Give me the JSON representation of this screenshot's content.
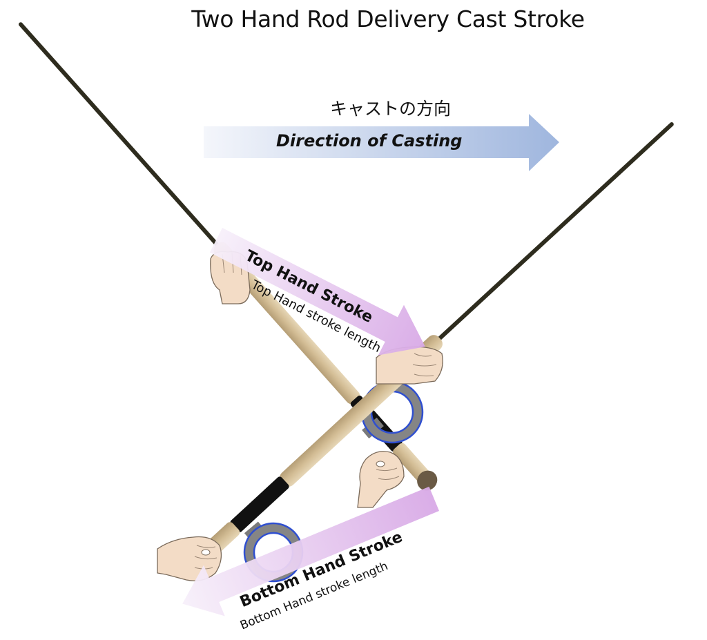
{
  "title": "Two Hand Rod Delivery Cast Stroke",
  "direction": {
    "japanese_label": "キャストの方向",
    "english_label": "Direction of Casting",
    "gradient_start": "#f4f6fb",
    "gradient_end": "#9fb6de"
  },
  "top_hand": {
    "title": "Top Hand Stroke",
    "subtitle": "Top Hand stroke length",
    "gradient_start": "#f7f0fa",
    "gradient_end": "#d8a9e6"
  },
  "bottom_hand": {
    "title": "Bottom Hand Stroke",
    "subtitle": "Bottom Hand stroke length",
    "gradient_start": "#f7f0fa",
    "gradient_end": "#d8a9e6"
  },
  "colors": {
    "rod_blank": "#2e2c1e",
    "cork": "#d8c4a0",
    "reel_seat": "#111111",
    "reel_frame": "#858585",
    "reel_rim": "#2f4fd0",
    "skin": "#f3dcc6",
    "butt_cap": "#6a5a45"
  }
}
